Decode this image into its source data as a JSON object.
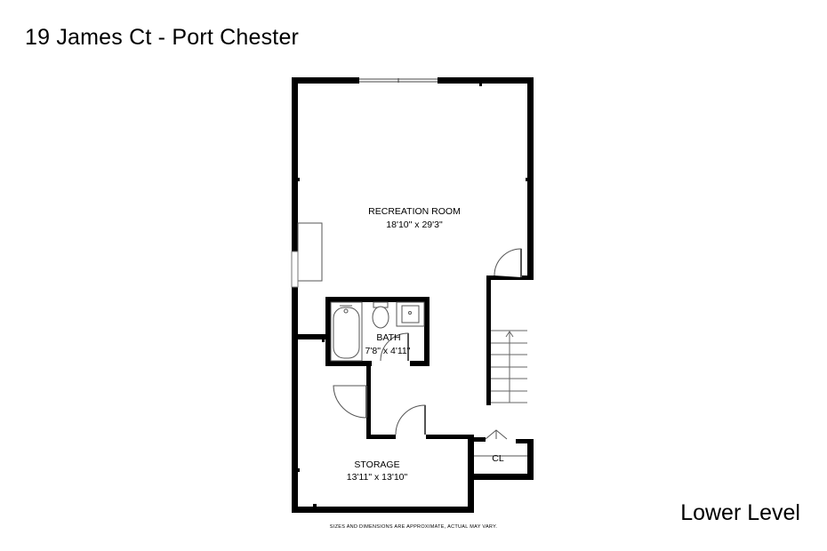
{
  "header": {
    "title": "19 James Ct - Port Chester"
  },
  "footer": {
    "level": "Lower Level",
    "disclaimer": "SIZES AND DIMENSIONS ARE APPROXIMATE, ACTUAL MAY VARY."
  },
  "rooms": {
    "recreation": {
      "name": "RECREATION ROOM",
      "dims": "18'10\" x 29'3\""
    },
    "bath": {
      "name": "BATH",
      "dims": "7'8\" x 4'11\""
    },
    "storage": {
      "name": "STORAGE",
      "dims": "13'11\" x 13'10\""
    },
    "closet": {
      "name": "CL"
    }
  },
  "colors": {
    "wall": "#000000",
    "background": "#ffffff",
    "fixture": "#555555"
  }
}
